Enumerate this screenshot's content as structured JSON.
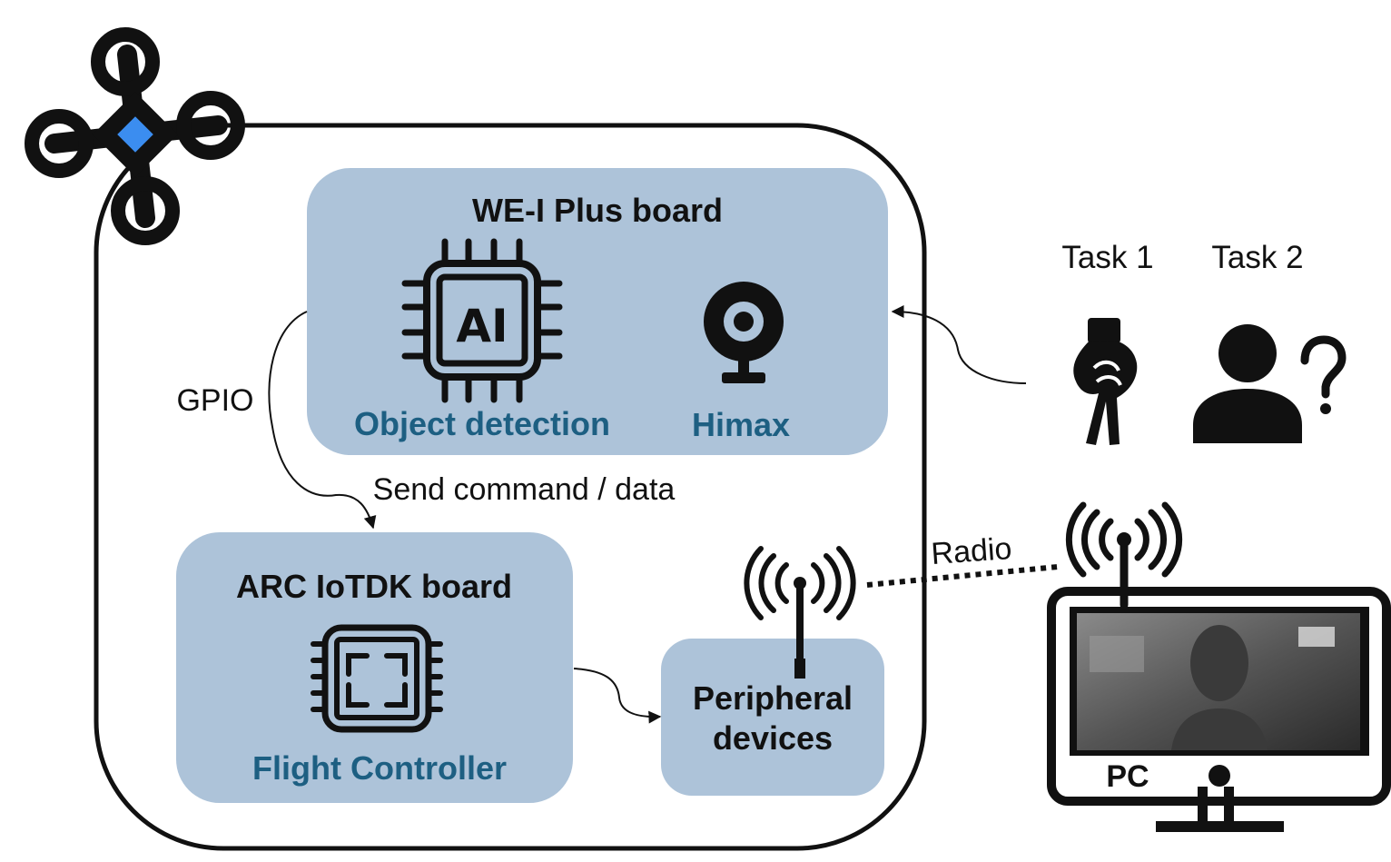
{
  "boards": {
    "wei_plus": {
      "title": "WE-I Plus board",
      "chip_label": "AI",
      "left_caption": "Object detection",
      "right_caption": "Himax"
    },
    "arc_iotdk": {
      "title": "ARC IoTDK board",
      "caption": "Flight Controller"
    },
    "peripheral": {
      "line1": "Peripheral",
      "line2": "devices"
    }
  },
  "links": {
    "gpio": "GPIO",
    "send": "Send command / data",
    "radio": "Radio"
  },
  "tasks": {
    "task1": "Task 1",
    "task2": "Task 2"
  },
  "pc": {
    "label": "PC"
  },
  "colors": {
    "box_fill": "#adc3d9",
    "accent_blue_text": "#1d5f82",
    "drone_center": "#3b8df0",
    "outline": "#111111"
  },
  "icons": {
    "drone": "quadcopter-icon",
    "ai_chip": "ai-chip-icon",
    "camera": "webcam-icon",
    "controller_chip": "processor-chip-icon",
    "antenna_left": "antenna-icon",
    "antenna_right": "antenna-icon",
    "gesture": "hand-gesture-icon",
    "person": "person-question-icon",
    "monitor": "monitor-icon"
  }
}
